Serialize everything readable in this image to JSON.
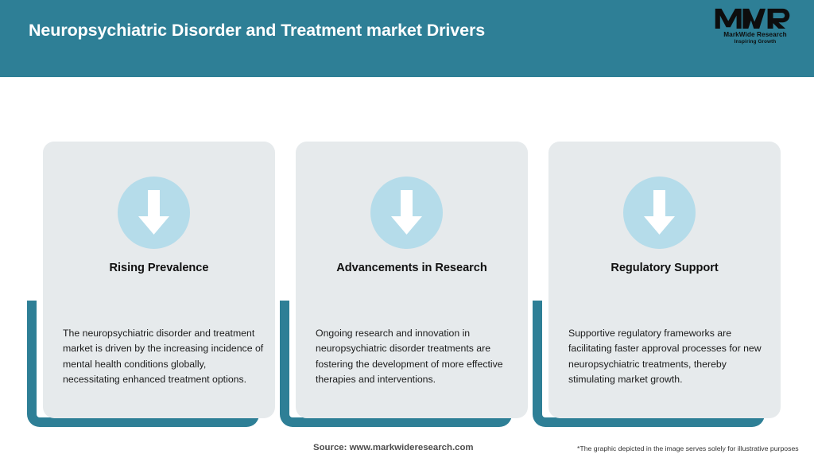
{
  "header": {
    "title": "Neuropsychiatric Disorder and Treatment market Drivers",
    "background_color": "#2e7f96",
    "title_color": "#ffffff"
  },
  "logo": {
    "mark": "MWR",
    "name": "MarkWide Research",
    "tagline": "Inspiring Growth"
  },
  "theme": {
    "accent_color": "#2e7f96",
    "card_background": "#e6eaec",
    "icon_circle_color": "#b5dcea",
    "icon_arrow_color": "#ffffff",
    "page_background": "#ffffff"
  },
  "cards": [
    {
      "icon": "arrow-down-icon",
      "title": "Rising Prevalence",
      "body": "The neuropsychiatric disorder and treatment market is driven by the increasing incidence of mental health conditions globally, necessitating enhanced treatment options."
    },
    {
      "icon": "arrow-down-icon",
      "title": "Advancements in Research",
      "body": "Ongoing research and innovation in neuropsychiatric disorder treatments are fostering the development of more effective therapies and interventions."
    },
    {
      "icon": "arrow-down-icon",
      "title": "Regulatory Support",
      "body": "Supportive regulatory frameworks are facilitating faster approval processes for new neuropsychiatric treatments, thereby stimulating market growth."
    }
  ],
  "footer": {
    "source": "Source: www.markwideresearch.com",
    "disclaimer": "*The graphic depicted in the image serves solely for illustrative purposes"
  }
}
